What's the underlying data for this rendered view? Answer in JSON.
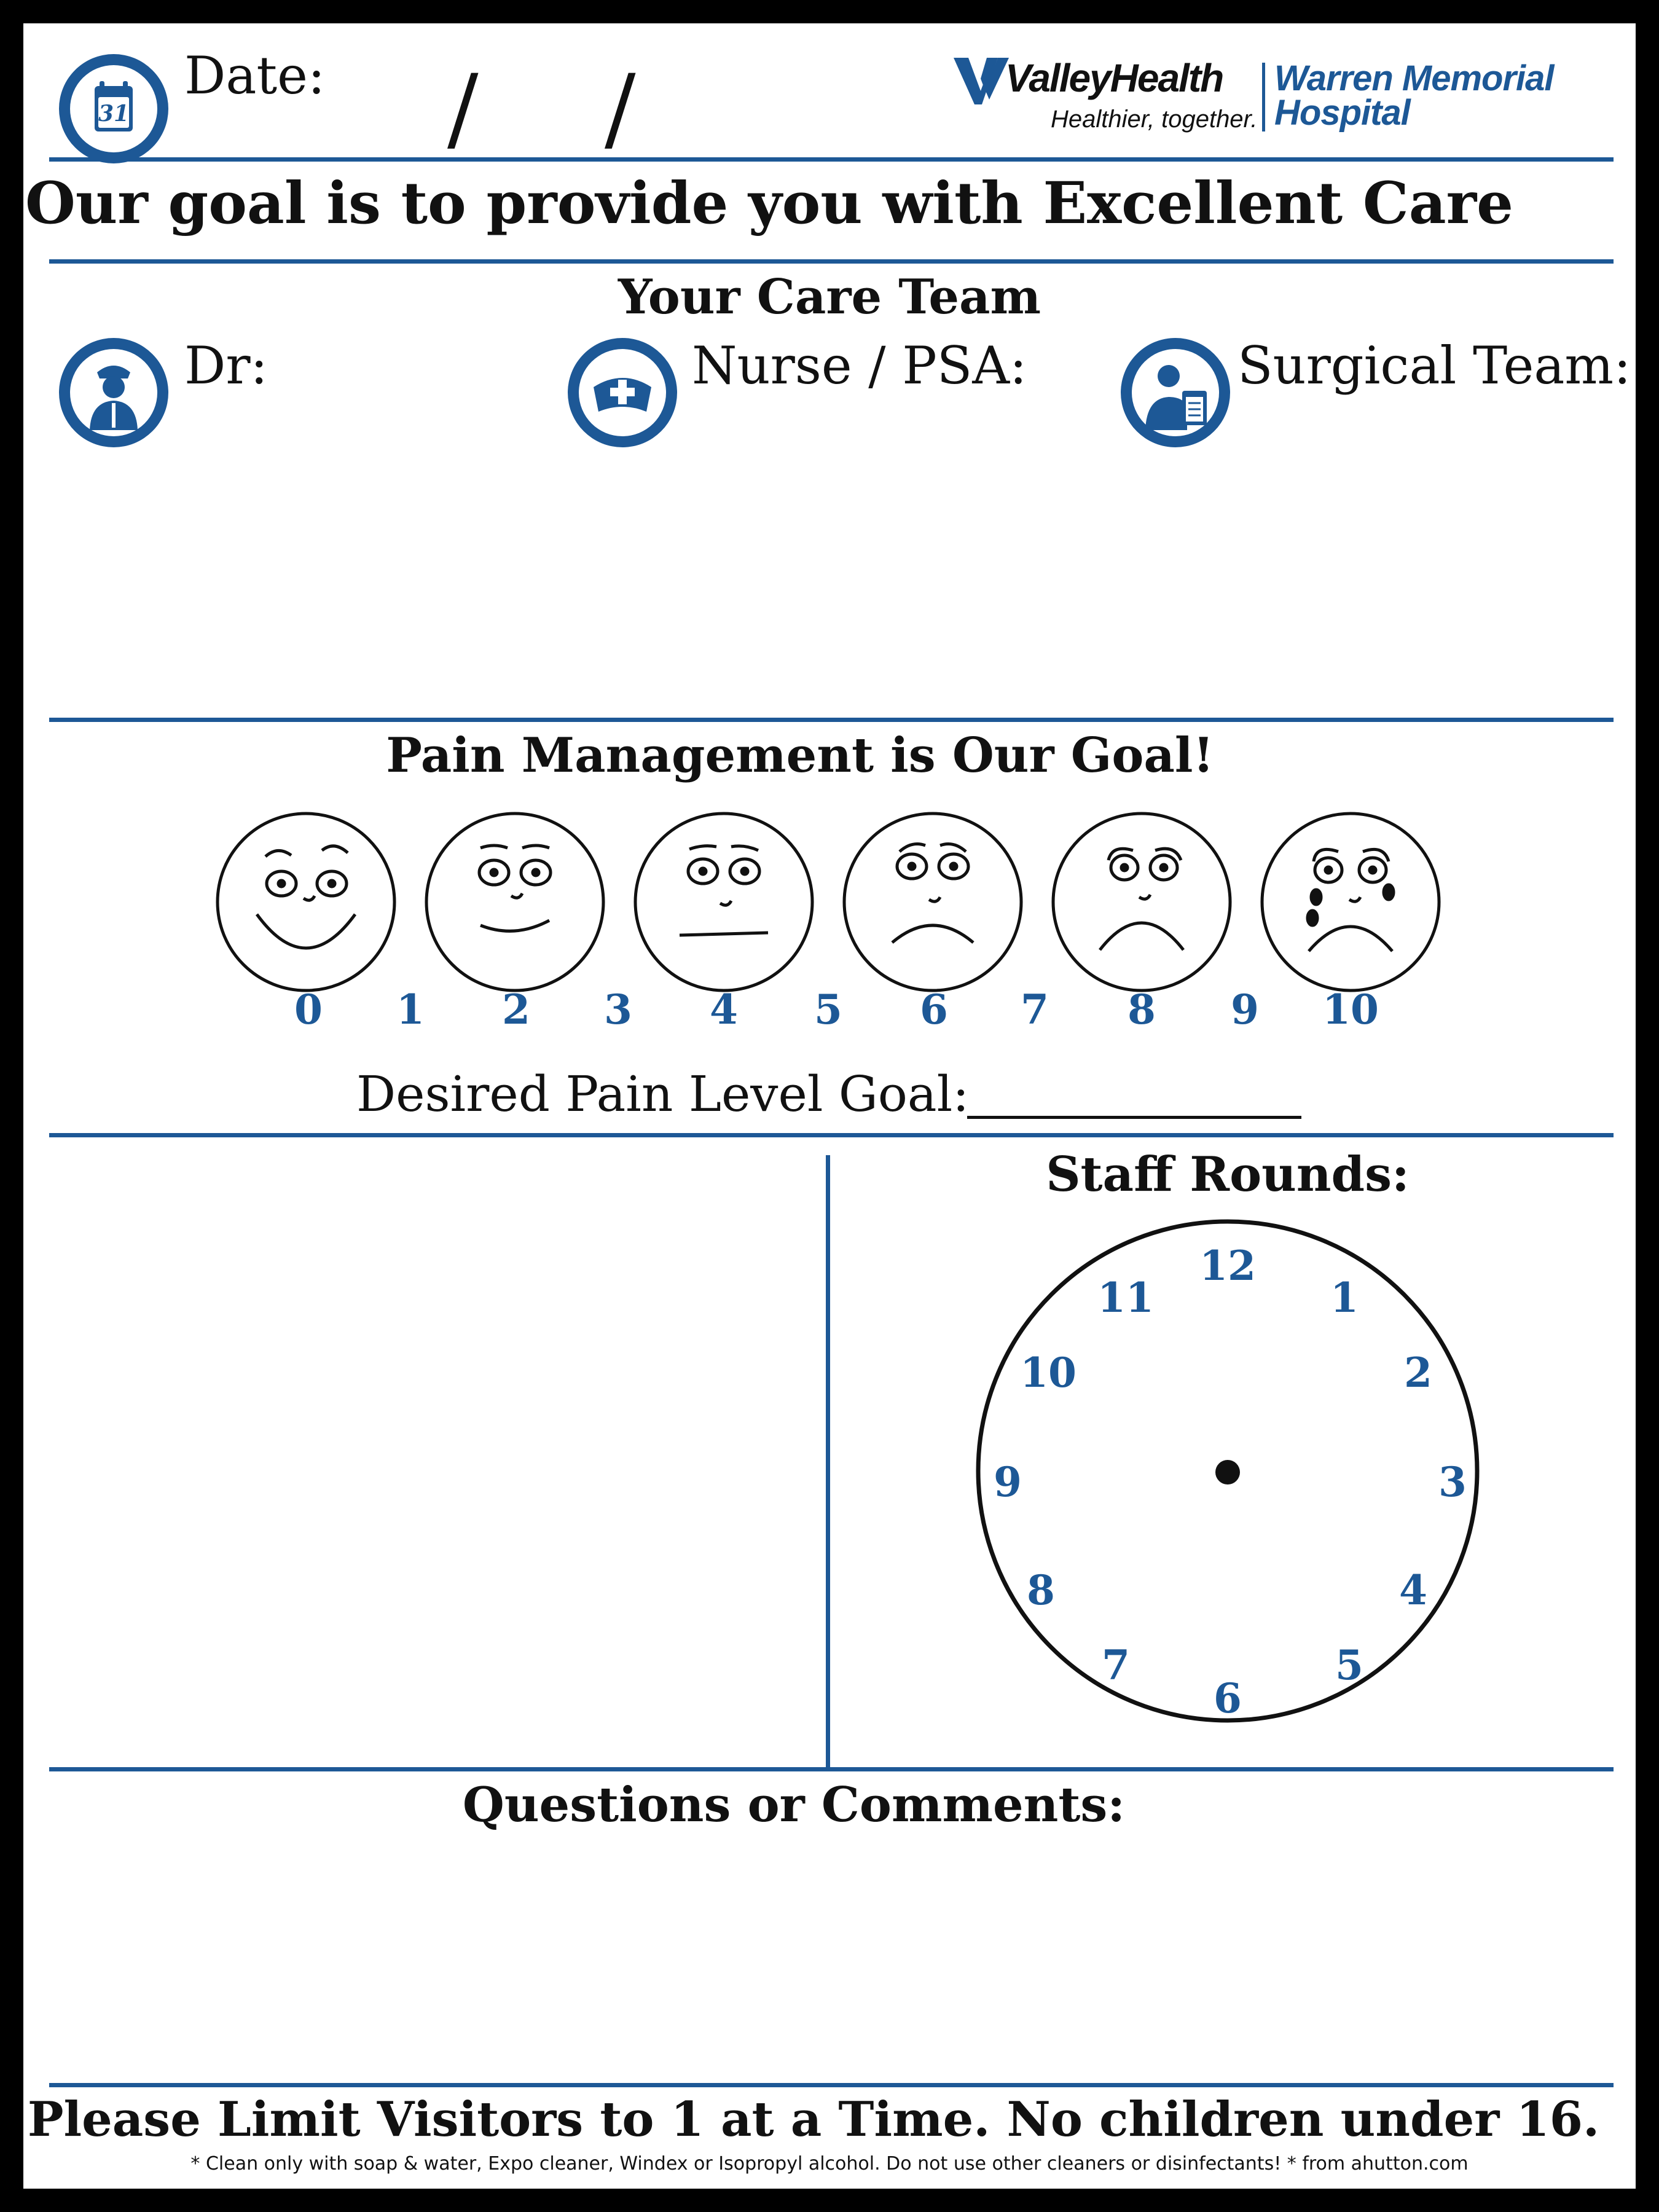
{
  "header": {
    "date_label": "Date:",
    "date_sep_1": "/",
    "date_sep_2": "/",
    "calendar_day": "31"
  },
  "logo": {
    "brand": "ValleyHealth",
    "tagline": "Healthier, together.",
    "hospital_line_1": "Warren Memorial",
    "hospital_line_2": "Hospital"
  },
  "goal_banner": "Our goal is to provide you with Excellent Care",
  "care_team": {
    "title": "Your Care Team",
    "doctor_label": "Dr:",
    "nurse_label": "Nurse / PSA:",
    "surgical_label": "Surgical Team:"
  },
  "pain": {
    "title": "Pain Management is Our Goal!",
    "scale": [
      "0",
      "1",
      "2",
      "3",
      "4",
      "5",
      "6",
      "7",
      "8",
      "9",
      "10"
    ],
    "goal_label": "Desired Pain Level Goal:"
  },
  "staff_rounds": {
    "title": "Staff Rounds:",
    "clock_numbers": [
      "12",
      "1",
      "2",
      "3",
      "4",
      "5",
      "6",
      "7",
      "8",
      "9",
      "10",
      "11"
    ]
  },
  "questions": {
    "title": "Questions or Comments:"
  },
  "footer": {
    "visitors": "Please Limit Visitors to 1 at a Time.  No children under 16.",
    "cleaning_note": "* Clean only with soap & water, Expo cleaner, Windex or Isopropyl alcohol.  Do not use other cleaners or disinfectants! *    from ahutton.com"
  },
  "colors": {
    "accent": "#1d5896",
    "text": "#111111",
    "border": "#000000"
  }
}
